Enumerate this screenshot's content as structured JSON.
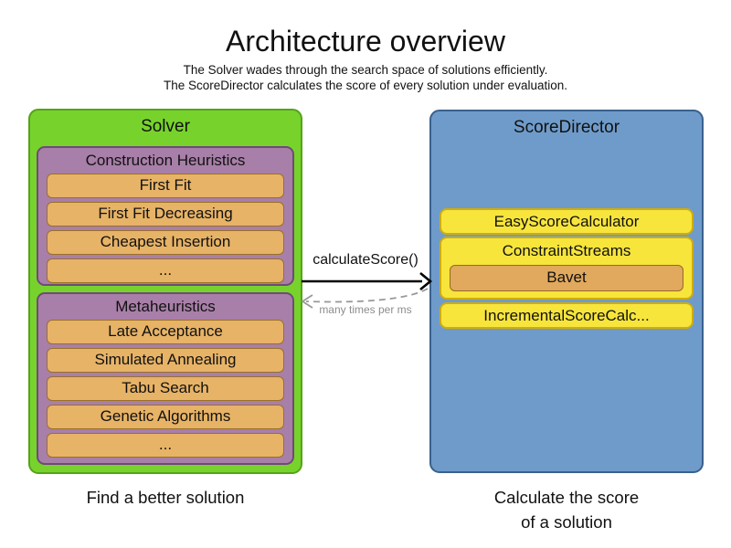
{
  "title": "Architecture overview",
  "subtitle_line1": "The Solver wades through the search space of solutions efficiently.",
  "subtitle_line2": "The ScoreDirector calculates the score of every solution under evaluation.",
  "solver": {
    "label": "Solver",
    "caption": "Find a better solution",
    "groups": [
      {
        "label": "Construction Heuristics",
        "items": [
          "First Fit",
          "First Fit Decreasing",
          "Cheapest Insertion",
          "..."
        ]
      },
      {
        "label": "Metaheuristics",
        "items": [
          "Late Acceptance",
          "Simulated Annealing",
          "Tabu Search",
          "Genetic Algorithms",
          "..."
        ]
      }
    ]
  },
  "score_director": {
    "label": "ScoreDirector",
    "caption_line1": "Calculate the score",
    "caption_line2": "of a solution",
    "calculators": [
      {
        "label": "EasyScoreCalculator"
      },
      {
        "label": "ConstraintStreams",
        "children": [
          "Bavet"
        ]
      },
      {
        "label": "IncrementalScoreCalc..."
      }
    ]
  },
  "arrow": {
    "label": "calculateScore()",
    "sub_label": "many times per ms"
  },
  "colors": {
    "solver_fill": "#77d32c",
    "solver_border": "#55a318",
    "group_fill": "#a87fa8",
    "group_border": "#6e4b76",
    "item_fill": "#e7b366",
    "item_border": "#9a7028",
    "score_director_fill": "#6f9bca",
    "score_director_border": "#39618e",
    "calculator_fill": "#f7e53c",
    "calculator_border": "#cfad0d",
    "bavet_fill": "#e1a95e",
    "bavet_border": "#96691f",
    "forward_arrow": "#000000",
    "return_arrow": "#999999",
    "text": "#111111"
  }
}
